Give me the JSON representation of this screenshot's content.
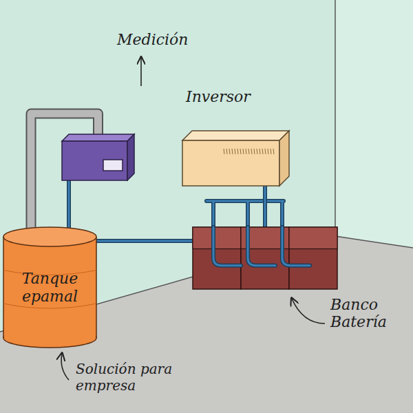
{
  "diagram": {
    "nodes": [
      {
        "text": [
          "Medición"
        ]
      },
      {
        "text": [
          "Inversor"
        ]
      },
      {
        "text": [
          "Tanque epamal"
        ]
      },
      {
        "text": [
          "Banco Batería"
        ]
      }
    ],
    "edges": [
      {
        "from": 2,
        "to": 0,
        "arrow": "none"
      },
      {
        "from": 0,
        "to": 2,
        "arrow": "none"
      },
      {
        "from": 2,
        "to": 3,
        "arrow": "none"
      },
      {
        "from": 3,
        "to": 1,
        "arrow": "none"
      }
    ],
    "labels": [
      "Solución para empresa"
    ]
  }
}
